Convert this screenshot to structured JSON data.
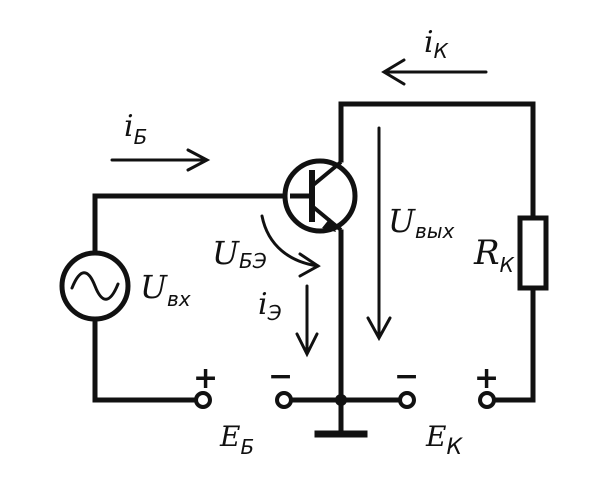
{
  "labels": {
    "ib": {
      "main": "i",
      "sub": "Б"
    },
    "ik": {
      "main": "i",
      "sub": "К"
    },
    "ie": {
      "main": "i",
      "sub": "Э"
    },
    "ube": {
      "main": "U",
      "sub": "БЭ"
    },
    "uin": {
      "main": "U",
      "sub": "вх"
    },
    "uout": {
      "main": "U",
      "sub": "вых"
    },
    "rk": {
      "main": "R",
      "sub": "К"
    },
    "eb": {
      "main": "E",
      "sub": "Б"
    },
    "ek": {
      "main": "E",
      "sub": "К"
    }
  },
  "terminals": {
    "eb_plus": "+",
    "eb_minus": "−",
    "ek_minus": "−",
    "ek_plus": "+"
  }
}
